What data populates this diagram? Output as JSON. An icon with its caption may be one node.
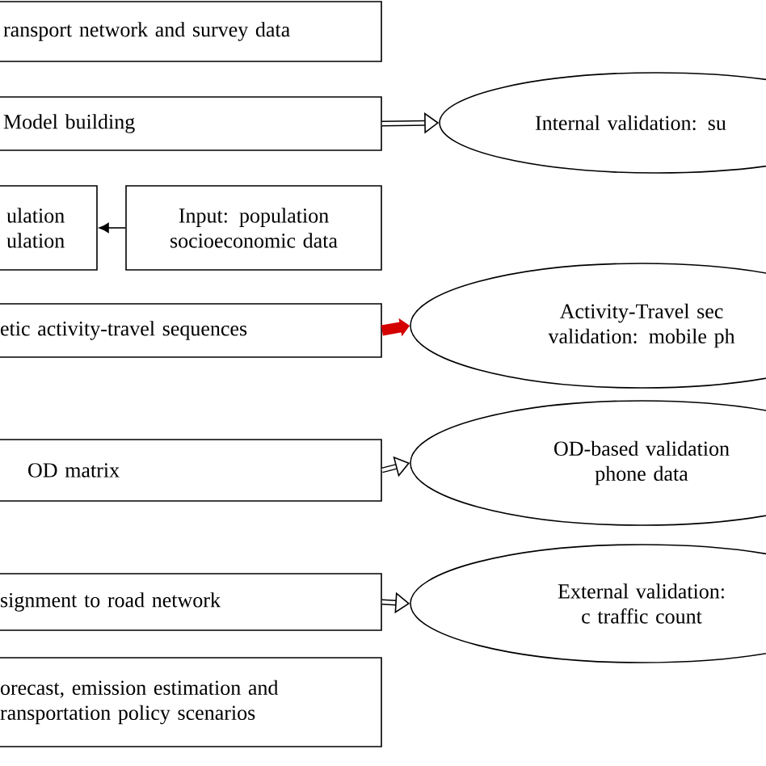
{
  "diagram": {
    "nodes": [
      {
        "text": [
          "ransport network and survey data"
        ]
      },
      {
        "text": [
          "Model building"
        ]
      },
      {
        "text": [
          "ulation ulation"
        ]
      },
      {
        "text": [
          "Input: population socioeconomic data"
        ]
      },
      {
        "text": [
          "etic activity-travel sequences"
        ]
      },
      {
        "text": [
          "OD matrix"
        ]
      },
      {
        "text": [
          "signment to road network"
        ]
      },
      {
        "text": [
          "orecast, emission estimation and ransportation policy scenarios"
        ]
      },
      {
        "text": [
          "Internal validation: su"
        ]
      },
      {
        "text": [
          "Activity-Travel sec validation: mobile ph"
        ]
      },
      {
        "text": [
          "OD-based validation phone data"
        ]
      },
      {
        "text": [
          "External validation: c traffic count"
        ]
      }
    ],
    "edges": [
      {
        "from": 1,
        "to": 8,
        "arrow": "to"
      },
      {
        "from": 3,
        "to": 2,
        "arrow": "to"
      },
      {
        "from": 4,
        "to": 9,
        "arrow": "to",
        "style": "thick",
        "color": "#d40000"
      },
      {
        "from": 5,
        "to": 10,
        "arrow": "to"
      },
      {
        "from": 6,
        "to": 11,
        "arrow": "to"
      }
    ]
  }
}
